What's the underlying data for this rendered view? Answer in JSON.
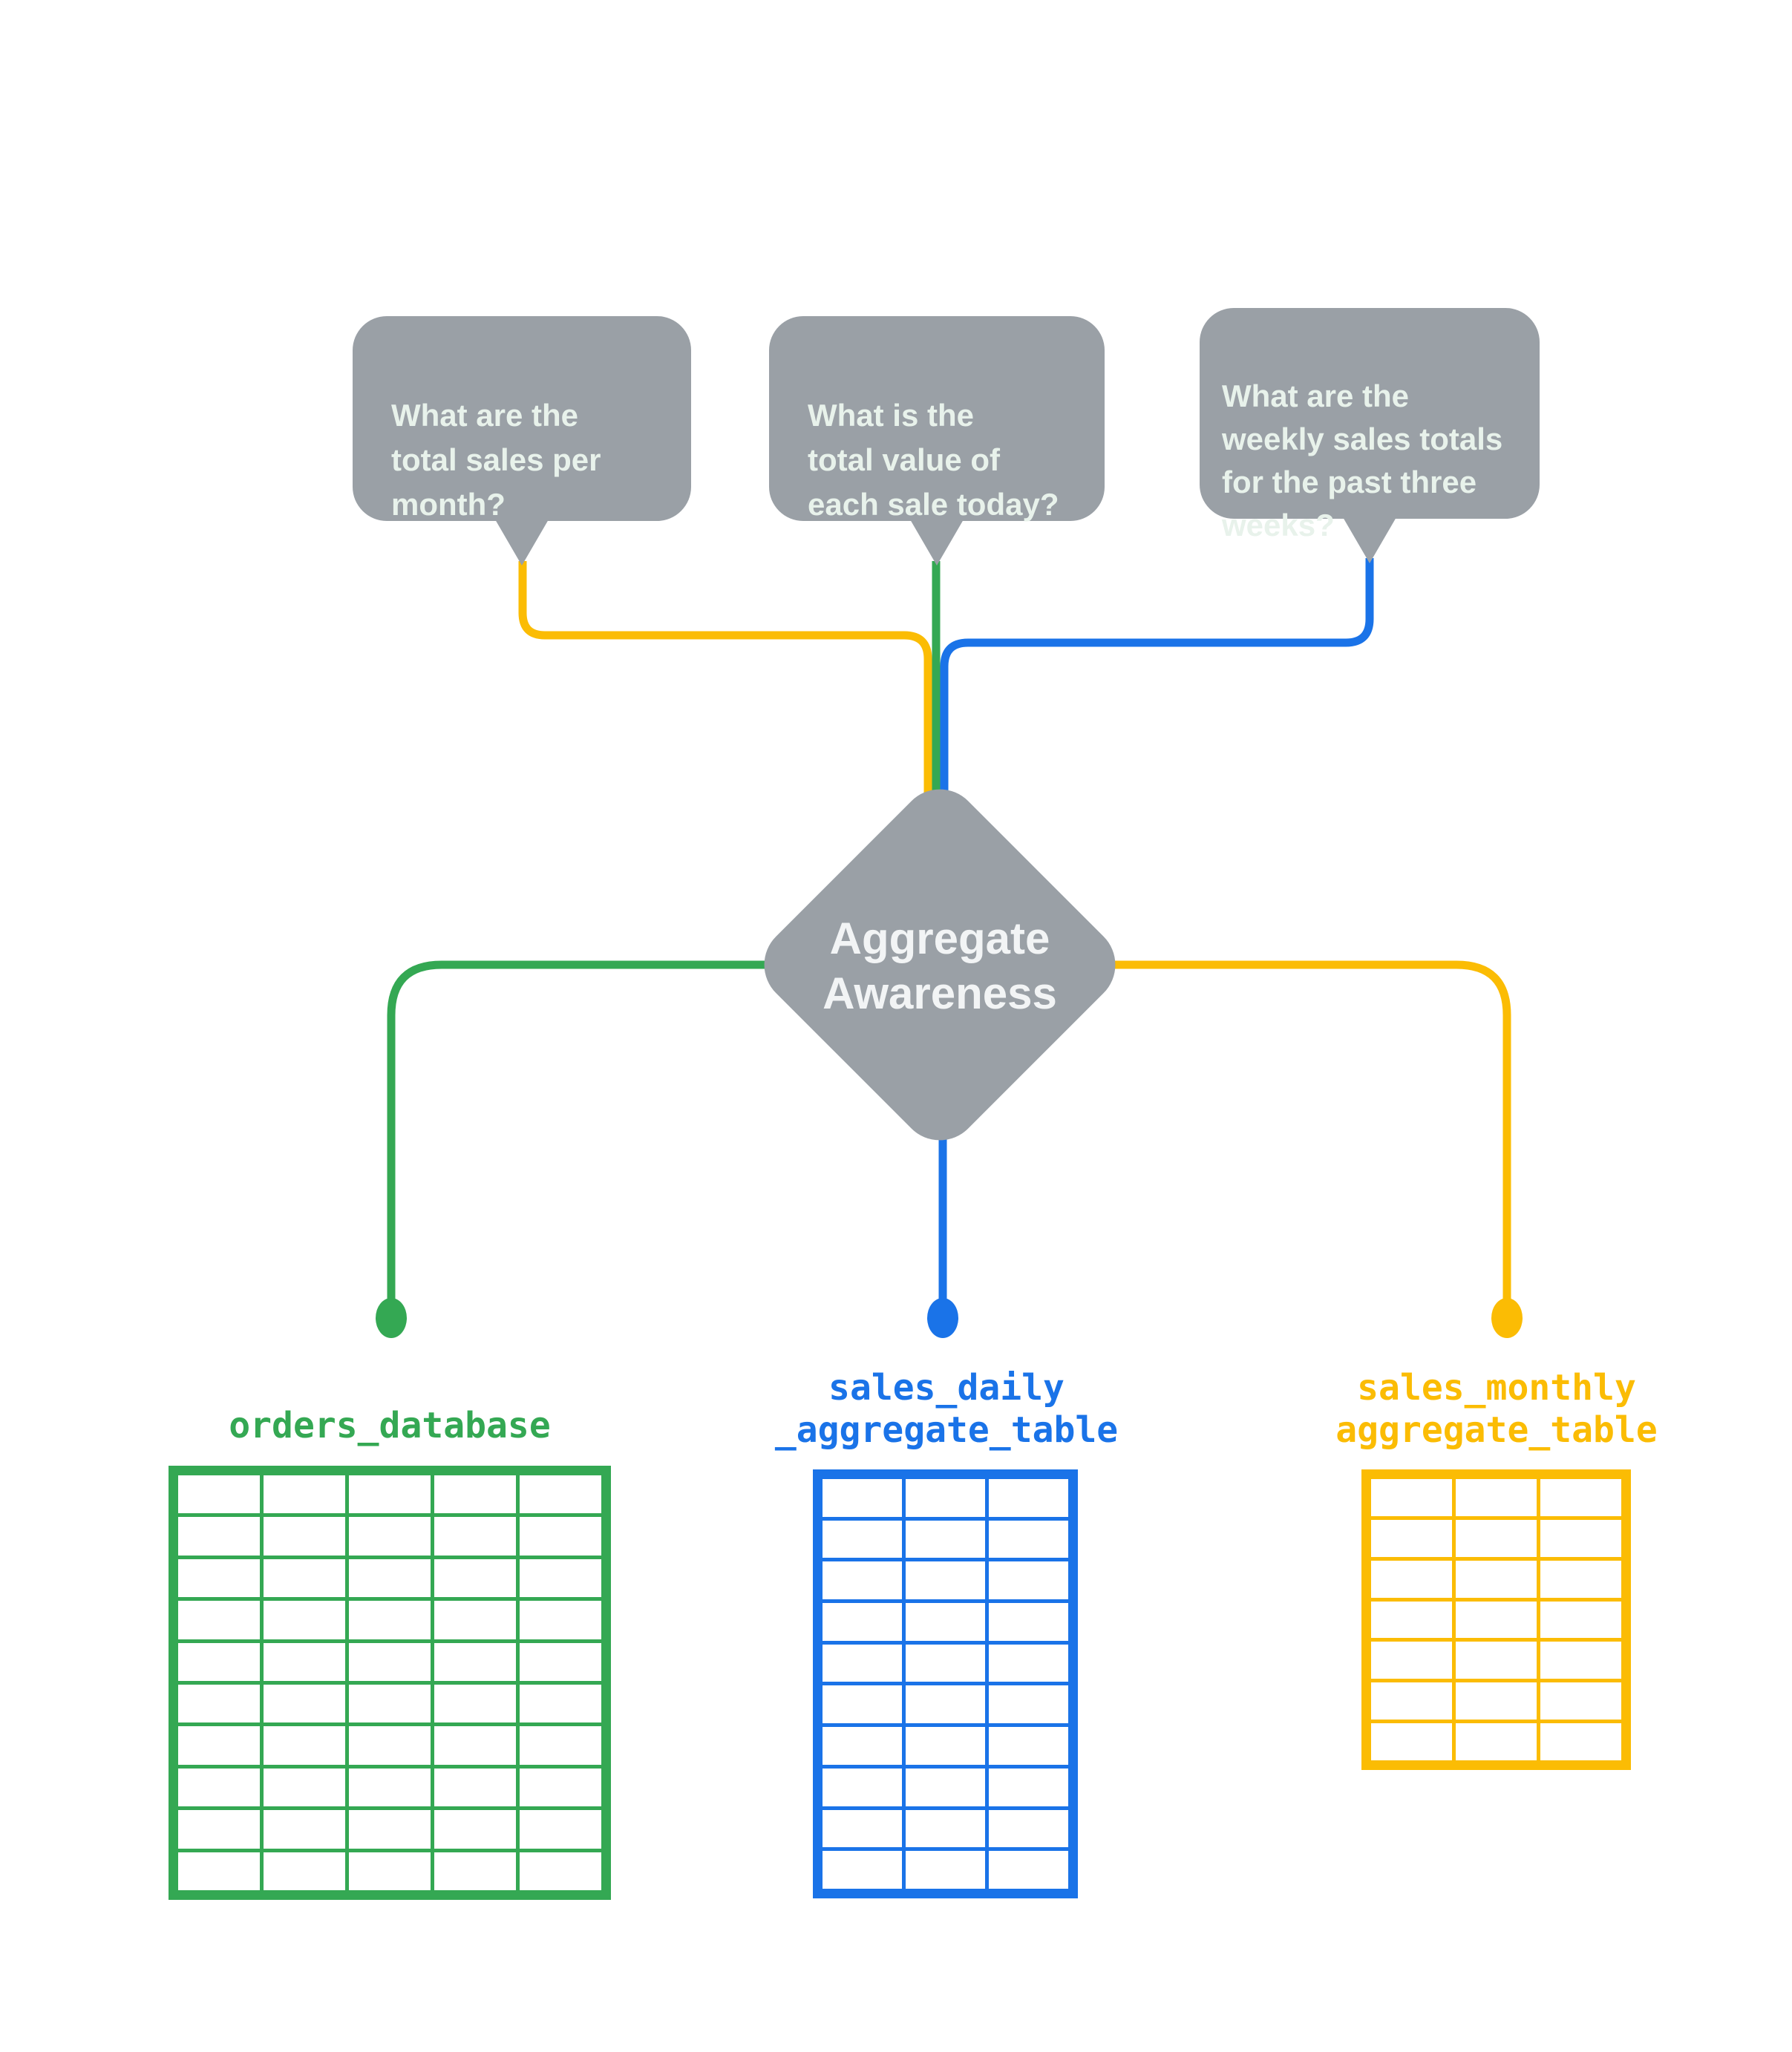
{
  "colors": {
    "gray": "#9AA0A6",
    "green": "#34A853",
    "blue": "#1A73E8",
    "yellow": "#FBBC04",
    "bubble_text": "#E8F2EB",
    "diamond_text": "#F2F4F5"
  },
  "bubbles": [
    {
      "text": "What are the\ntotal sales per\nmonth?",
      "line_color": "#FBBC04"
    },
    {
      "text": "What is the\ntotal value of\neach sale today?",
      "line_color": "#34A853"
    },
    {
      "text": "What are the\nweekly sales totals\nfor the past three\nweeks?",
      "line_color": "#1A73E8"
    }
  ],
  "diamond": {
    "label": "Aggregate Awareness"
  },
  "tables": [
    {
      "label": "orders_database",
      "cols": 5,
      "rows": 10,
      "color": "#34A853"
    },
    {
      "label": "sales_daily\n_aggregate_table",
      "cols": 3,
      "rows": 10,
      "color": "#1A73E8"
    },
    {
      "label": "sales_monthly\naggregate_table",
      "cols": 3,
      "rows": 7,
      "color": "#FBBC04"
    }
  ]
}
